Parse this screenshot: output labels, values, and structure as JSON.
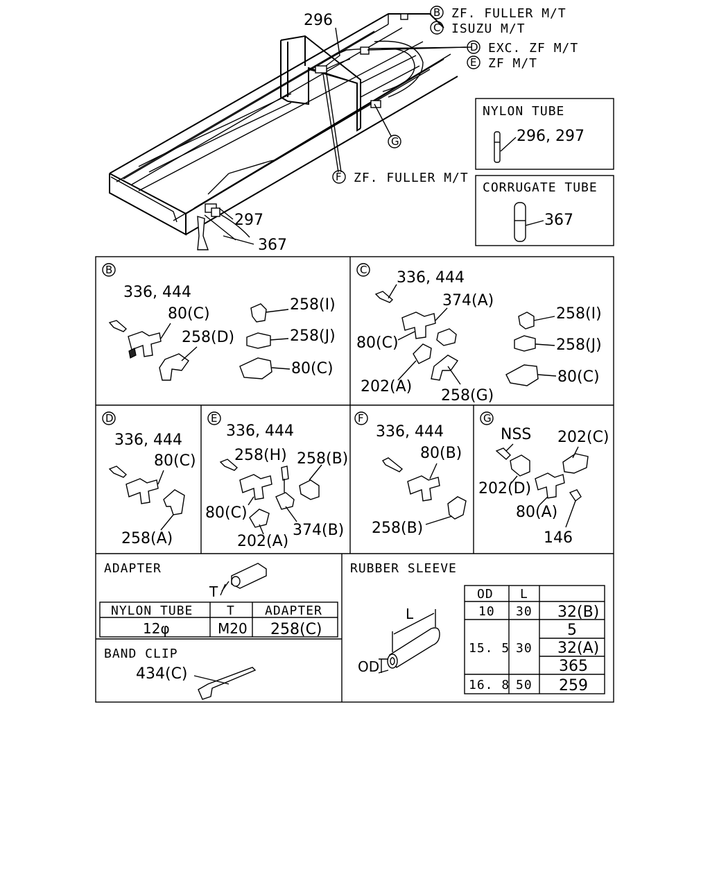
{
  "overview": {
    "callouts": {
      "c296": "296",
      "c297": "297",
      "c367": "367",
      "circle_b": "B",
      "text_b": "ZF. FULLER M/T",
      "circle_c": "C",
      "text_c": "ISUZU M/T",
      "circle_d": "D",
      "text_d": "EXC. ZF M/T",
      "circle_e": "E",
      "text_e": "ZF M/T",
      "circle_f": "F",
      "text_f": "ZF. FULLER M/T",
      "circle_g": "G"
    },
    "nylon_tube_box": {
      "title": "NYLON TUBE",
      "ref": "296, 297"
    },
    "corrugate_tube_box": {
      "title": "CORRUGATE TUBE",
      "ref": "367"
    }
  },
  "panels": {
    "b": {
      "letter": "B",
      "labels": {
        "bolt": "336, 444",
        "tee": "80(C)",
        "elbow": "258(D)",
        "l258i": "258(I)",
        "l258j": "258(J)",
        "tee2": "80(C)"
      }
    },
    "c": {
      "letter": "C",
      "labels": {
        "bolt": "336, 444",
        "block": "374(A)",
        "tee": "80(C)",
        "adapter": "202(A)",
        "elbow": "258(G)",
        "l258i": "258(I)",
        "l258j": "258(J)",
        "tee2": "80(C)"
      }
    },
    "d": {
      "letter": "D",
      "labels": {
        "bolt": "336, 444",
        "tee": "80(C)",
        "elbow": "258(A)"
      }
    },
    "e": {
      "letter": "E",
      "labels": {
        "bolt": "336, 444",
        "nipple": "258(H)",
        "elbow": "258(B)",
        "tee": "80(C)",
        "block": "374(B)",
        "adapter": "202(A)"
      }
    },
    "f": {
      "letter": "F",
      "labels": {
        "bolt": "336, 444",
        "tee": "80(B)",
        "elbow": "258(B)"
      }
    },
    "g": {
      "letter": "G",
      "labels": {
        "nss": "NSS",
        "adapter_c": "202(C)",
        "adapter_d": "202(D)",
        "tee": "80(A)",
        "nut": "146"
      }
    }
  },
  "adapter": {
    "title": "ADAPTER",
    "dim_label": "T",
    "headers": [
      "NYLON TUBE",
      "T",
      "ADAPTER"
    ],
    "row": [
      "12φ",
      "M20",
      "258(C)"
    ]
  },
  "band_clip": {
    "title": "BAND CLIP",
    "ref": "434(C)"
  },
  "rubber_sleeve": {
    "title": "RUBBER SLEEVE",
    "dim_l": "L",
    "dim_od": "OD",
    "headers": [
      "OD",
      "L",
      ""
    ],
    "rows": [
      {
        "od": "10",
        "l": "30",
        "parts": [
          "32(B)"
        ]
      },
      {
        "od": "15. 5",
        "l": "30",
        "parts": [
          "5",
          "32(A)",
          "365"
        ]
      },
      {
        "od": "16. 8",
        "l": "50",
        "parts": [
          "259"
        ]
      }
    ]
  }
}
